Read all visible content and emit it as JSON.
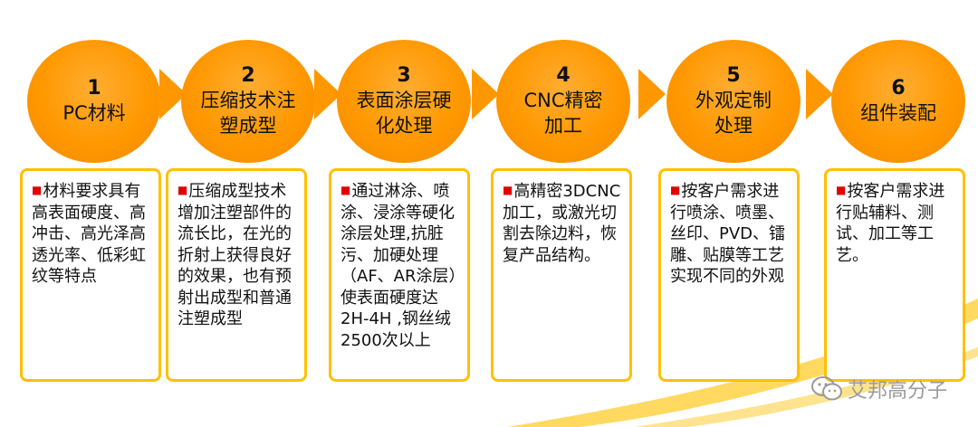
{
  "steps": [
    {
      "num": "1",
      "title": "PC材料",
      "desc": "材料要求具有高表面硬度、高冲击、高光泽高透光率、低彩虹纹等特点"
    },
    {
      "num": "2",
      "title": "压缩技术注\n塑成型",
      "desc": "压缩成型技术增加注塑部件的流长比，在光的折射上获得良好的效果，也有预射出成型和普通注塑成型"
    },
    {
      "num": "3",
      "title": "表面涂层硬\n化处理",
      "desc": "通过淋涂、喷涂、浸涂等硬化涂层处理,抗脏污、加硬处理（AF、AR涂层）使表面硬度达2H-4H ,钢丝绒2500次以上"
    },
    {
      "num": "4",
      "title": "CNC精密\n加工",
      "desc": "高精密3DCNC加工，或激光切割去除边料，恢复产品结构。"
    },
    {
      "num": "5",
      "title": "外观定制\n处理",
      "desc": "按客户需求进行喷涂、喷墨、丝印、PVD、镭雕、贴膜等工艺实现不同的外观"
    },
    {
      "num": "6",
      "title": "组件装配",
      "desc": "按客户需求进行贴辅料、测试、加工等工艺。"
    }
  ],
  "bullet_glyph": "■",
  "watermark": "艾邦高分子",
  "colors": {
    "circle": "#ff9800",
    "box_border": "#ffc000",
    "bullet": "#e00000",
    "swoosh": "#ffd54f"
  }
}
